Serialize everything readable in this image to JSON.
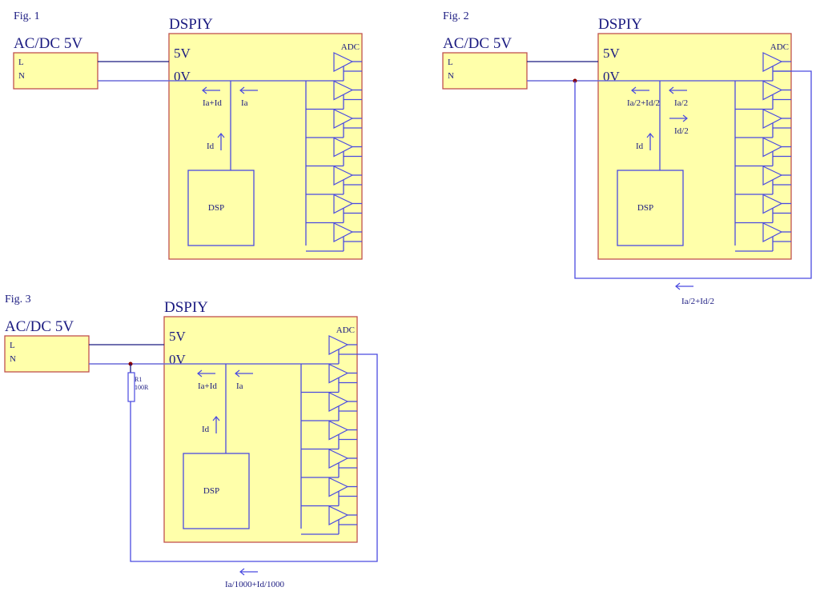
{
  "colors": {
    "wire_dark": "#1a1a80",
    "wire": "#4a4ae0",
    "fill": "#ffffaa",
    "border": "#c0504d",
    "junction": "#8b0000",
    "text": "#1a1a80"
  },
  "figures": [
    {
      "fig_label": "Fig. 1",
      "supply_label": "AC/DC 5V",
      "pin_l": "L",
      "pin_n": "N",
      "chip_title": "DSPIY",
      "rail_5v": "5V",
      "rail_0v": "0V",
      "adc_label": "ADC",
      "dsp_label": "DSP",
      "left_current": "Ia+Id",
      "right_current": "Ia",
      "dsp_current": "Id"
    },
    {
      "fig_label": "Fig. 2",
      "supply_label": "AC/DC 5V",
      "pin_l": "L",
      "pin_n": "N",
      "chip_title": "DSPIY",
      "rail_5v": "5V",
      "rail_0v": "0V",
      "adc_label": "ADC",
      "dsp_label": "DSP",
      "left_current": "Ia/2+Id/2",
      "right_current": "Ia/2",
      "return_current_inner": "Id/2",
      "dsp_current": "Id",
      "loop_current": "Ia/2+Id/2"
    },
    {
      "fig_label": "Fig. 3",
      "supply_label": "AC/DC 5V",
      "pin_l": "L",
      "pin_n": "N",
      "chip_title": "DSPIY",
      "rail_5v": "5V",
      "rail_0v": "0V",
      "adc_label": "ADC",
      "dsp_label": "DSP",
      "left_current": "Ia+Id",
      "right_current": "Ia",
      "dsp_current": "Id",
      "resistor_name": "R1",
      "resistor_value": "100R",
      "loop_current": "Ia/1000+Id/1000"
    }
  ]
}
